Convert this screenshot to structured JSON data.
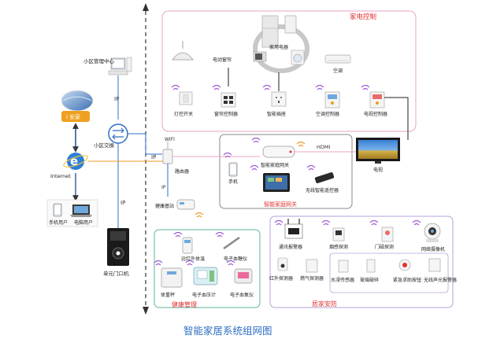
{
  "caption": "智能家居系统组网图",
  "groups": {
    "appliance": "家电控制",
    "gateway": "智能家庭网关",
    "health": "健康管理",
    "security": "居家安防"
  },
  "left": {
    "community_center": "小区管理中心",
    "ip_top": "IP",
    "ip_mid": "IP",
    "ip_bottom": "IP",
    "small_switch": "小区交换",
    "internet": "Internet",
    "phone": "手机用户",
    "laptop": "电脑用户",
    "door_phone": "单元门口机",
    "logo_text": "i 安家"
  },
  "middle": {
    "wifi": "WIFI",
    "router": "路由器",
    "ip": "IP",
    "health_base": "健康基站"
  },
  "appliances": {
    "light_switch": "灯控开关",
    "curtain_switch": "窗帘控制器",
    "smart_socket": "智能插座",
    "ac_controller": "空调控制器",
    "tv_controller": "电视控制器",
    "curtain": "电动窗帘",
    "aircon": "空调",
    "fridge_area": "家用电器"
  },
  "gateway": {
    "phone": "手机",
    "gateway": "智能家庭网关",
    "panel": "平板",
    "remote": "无线智能遥控器",
    "hdmi": "HDMI",
    "tv": "电视"
  },
  "health": {
    "thermometer": "远红外体温",
    "glucose": "电子血糖仪",
    "scale": "体重秤",
    "oximeter": "电子血压计",
    "bp": "电子血氧仪"
  },
  "security": {
    "alarm_host": "通讯报警器",
    "door_sensor": "烟感探测",
    "pir": "门磁探测",
    "camera": "网络摄像机",
    "smoke": "红外探测器",
    "gas": "燃气探测器",
    "water": "水浸传感器",
    "glass": "玻璃破碎",
    "emergency": "紧急求助按钮",
    "wireless": "无线声光报警器"
  },
  "colors": {
    "appliance_border": "#e8a3c4",
    "gateway_border": "#8a8a8a",
    "health_border": "#5bb59d",
    "security_border": "#b7a2d8",
    "label_red": "#e2312f",
    "label_blue": "#2d6fc4",
    "wifi": "#a05ad6",
    "wifi_orange": "#f39a22"
  }
}
